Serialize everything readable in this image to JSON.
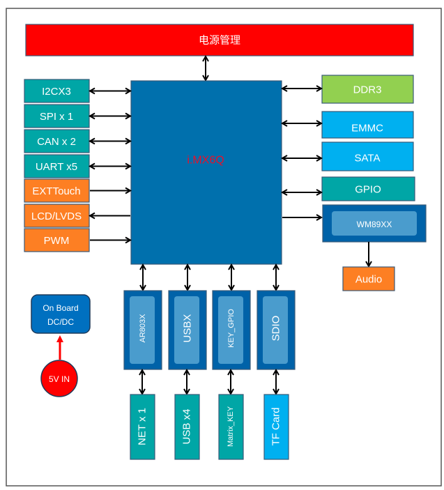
{
  "power": "电源管理",
  "cpu": "i.MX6Q",
  "left": [
    "I2CX3",
    "SPI x 1",
    "CAN x 2",
    "UART x5",
    "EXTTouch",
    "LCD/LVDS",
    "PWM"
  ],
  "right": {
    "ddr": "DDR3",
    "emmc": "EMMC",
    "sata": "SATA",
    "gpio": "GPIO",
    "codec": "WM89XX",
    "audio": "Audio"
  },
  "bridges": [
    "AR803X",
    "USBX",
    "KEY_GPIO",
    "SDIO"
  ],
  "ports": [
    "NET x 1",
    "USB x4",
    "Matrix_KEY",
    "TF Card"
  ],
  "dcdc": [
    "On Board",
    "DC/DC"
  ],
  "input": "5V IN",
  "colors": {
    "power": "#ff0000",
    "cpu": "#0070ad",
    "teal": "#00a6a6",
    "orange": "#fd7f23",
    "green": "#92d050",
    "cyan": "#00b0f0",
    "bridge": "#0062a8",
    "bridge_inner": "#4a9ccd"
  }
}
